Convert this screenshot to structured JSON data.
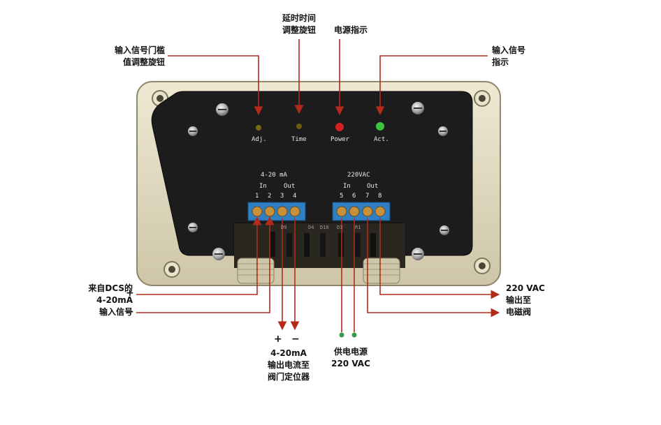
{
  "callouts": {
    "threshold": "输入信号门槛\n值调整旋钮",
    "delay": "延时时间\n调整旋钮",
    "power": "电源指示",
    "input_signal": "输入信号\n指示",
    "dcs": "来自DCS的\n4-20mA\n输入信号",
    "output_valve": "4-20mA\n输出电流至\n阀门定位器",
    "supply": "供电电源\n220 VAC",
    "solenoid": "220 VAC\n输出至\n电磁阀"
  },
  "signs": {
    "dcs_plus": "+",
    "dcs_minus": "−",
    "out_plus": "+",
    "out_minus": "−"
  },
  "panel": {
    "leds": [
      {
        "label": "Adj.",
        "color": "#7a6a10"
      },
      {
        "label": "Time",
        "color": "#6b5a10"
      },
      {
        "label": "Power",
        "color": "#d42020"
      },
      {
        "label": "Act.",
        "color": "#3cc43c"
      }
    ],
    "left_block": {
      "title": "4-20 mA",
      "in_label": "In",
      "out_label": "Out",
      "terminals": [
        "1",
        "2",
        "3",
        "4"
      ]
    },
    "right_block": {
      "title": "220VAC",
      "in_label": "In",
      "out_label": "Out",
      "terminals": [
        "5",
        "6",
        "7",
        "8"
      ]
    },
    "components": [
      "D9",
      "D4",
      "D10",
      "D3",
      "R1"
    ]
  },
  "colors": {
    "leader_line": "#b32a1a",
    "panel_face": "#1c1c1c",
    "enclosure": "#ddd6bc",
    "terminal_block": "#2e7fc4"
  }
}
